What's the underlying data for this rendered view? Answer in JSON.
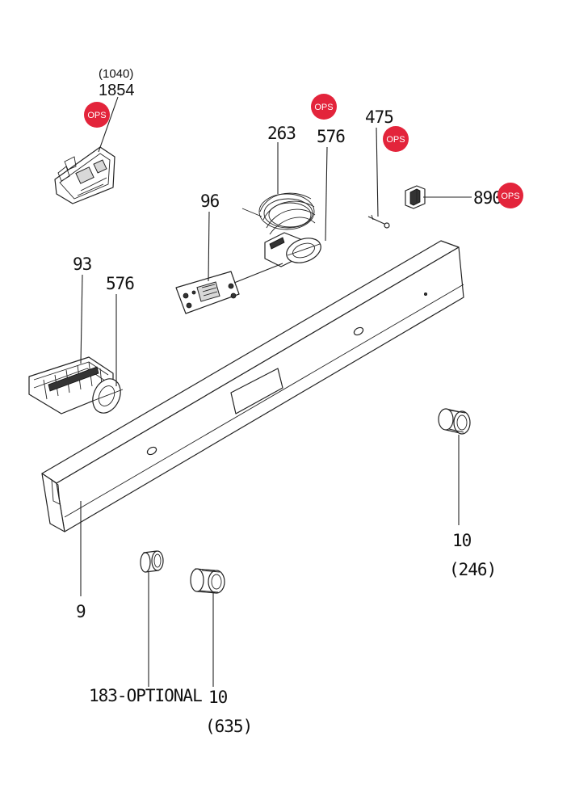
{
  "labels": {
    "ctrl_board_alt": "(1040)",
    "ctrl_board": "1854",
    "wire_harness": "263",
    "knob_shaft_top": "576",
    "terminal_screw": "475",
    "switch_890": "890",
    "pcb_96": "96",
    "selector_93": "93",
    "knob_shaft_left": "576",
    "panel": "9",
    "knob_right": "10",
    "knob_right_alt": "(246)",
    "knob_bottom": "10",
    "knob_bottom_alt": "(635)",
    "bezel_optional": "183-OPTIONAL"
  },
  "badges": {
    "ops_1854": "OPS",
    "ops_576": "OPS",
    "ops_475": "OPS",
    "ops_890": "OPS"
  },
  "colors": {
    "ops_badge": "#e3243b",
    "line": "#222222",
    "background": "#ffffff"
  }
}
